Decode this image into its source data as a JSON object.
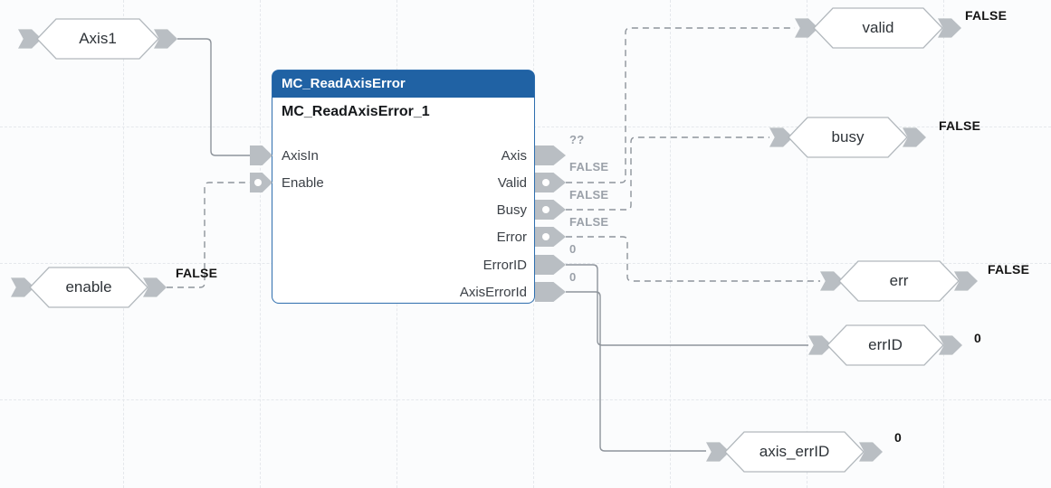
{
  "block": {
    "type_name": "MC_ReadAxisError",
    "instance_name": "MC_ReadAxisError_1",
    "inputs": [
      {
        "label": "AxisIn"
      },
      {
        "label": "Enable"
      }
    ],
    "outputs": [
      {
        "label": "Axis",
        "value": "??"
      },
      {
        "label": "Valid",
        "value": "FALSE"
      },
      {
        "label": "Busy",
        "value": "FALSE"
      },
      {
        "label": "Error",
        "value": "FALSE"
      },
      {
        "label": "ErrorID",
        "value": "0"
      },
      {
        "label": "AxisErrorId",
        "value": "0"
      }
    ]
  },
  "tags": {
    "axis1": {
      "label": "Axis1"
    },
    "enable": {
      "label": "enable",
      "value": "FALSE"
    },
    "valid": {
      "label": "valid",
      "value": "FALSE"
    },
    "busy": {
      "label": "busy",
      "value": "FALSE"
    },
    "err": {
      "label": "err",
      "value": "FALSE"
    },
    "errid": {
      "label": "errID",
      "value": "0"
    },
    "axis_errid": {
      "label": "axis_errID",
      "value": "0"
    }
  },
  "colors": {
    "block_header_blue": "#2062a4",
    "block_border_blue": "#2e6eae",
    "wire_gray": "#8e949b",
    "connector_gray": "#b9bec3",
    "monitor_value_gray": "#9ba1a9",
    "bold_value_black": "#141414",
    "grid_gray": "#e5e8ec"
  }
}
